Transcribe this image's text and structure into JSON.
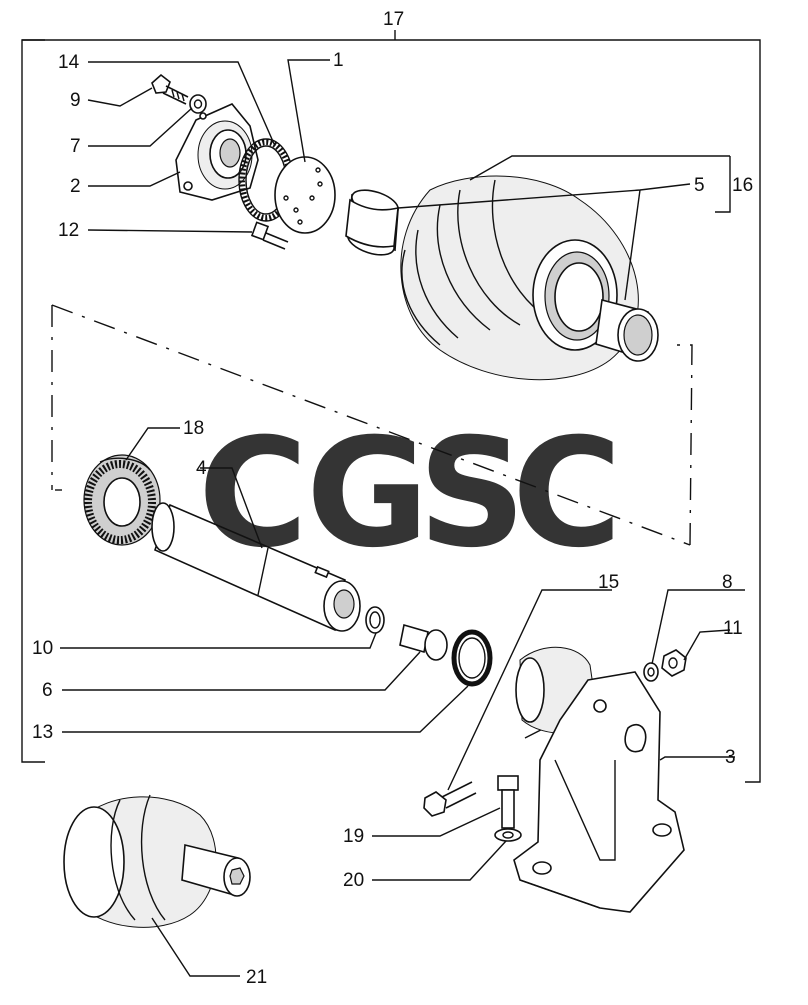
{
  "callouts": {
    "c1": "1",
    "c2": "2",
    "c3": "3",
    "c4": "4",
    "c5": "5",
    "c6": "6",
    "c7": "7",
    "c8": "8",
    "c9": "9",
    "c10": "10",
    "c11": "11",
    "c12": "12",
    "c13": "13",
    "c14": "14",
    "c15": "15",
    "c16": "16",
    "c17": "17",
    "c18": "18",
    "c19": "19",
    "c20": "20",
    "c21": "21"
  },
  "watermark": {
    "letters": [
      "C",
      "G",
      "S",
      "C"
    ],
    "colors": [
      "#5b9cf5",
      "#f28b82",
      "#fdd663",
      "#81c995"
    ]
  }
}
